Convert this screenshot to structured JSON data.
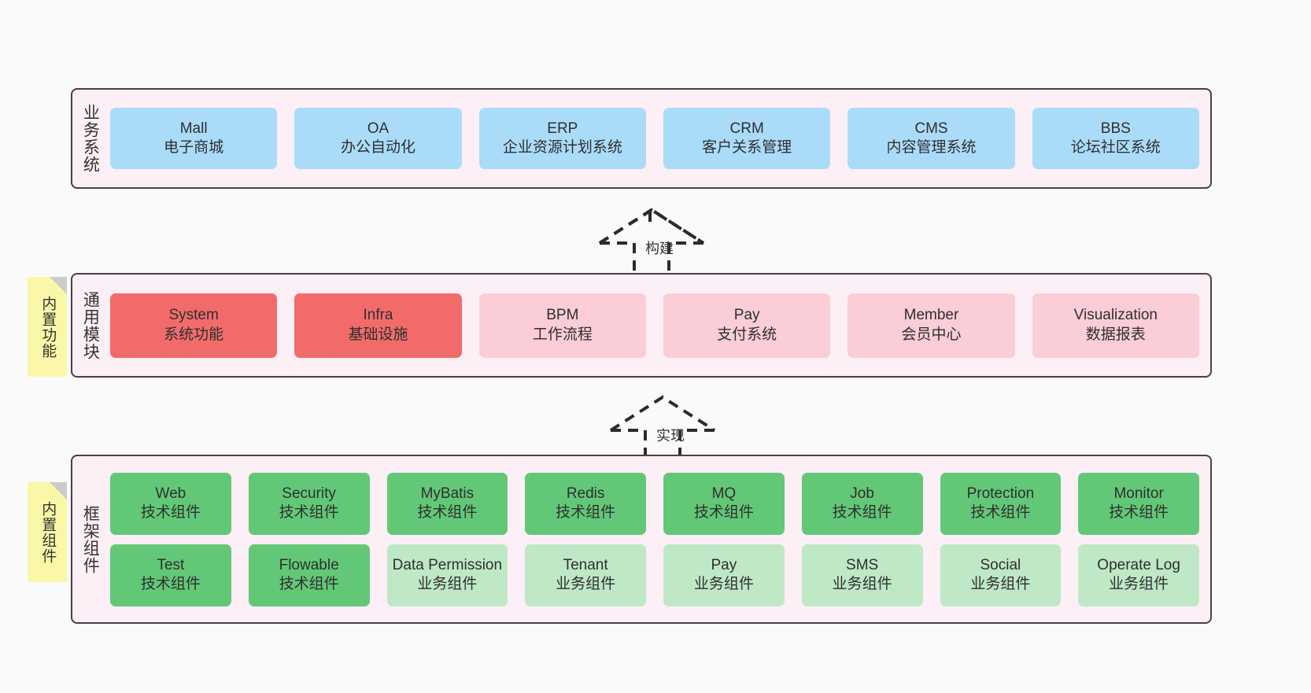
{
  "diagram": {
    "background_color": "#fafafa",
    "layer_fill": "#fceff6",
    "layer_border": "#4a3f48",
    "note_color": "#fbf7a8"
  },
  "layers": [
    {
      "id": "business",
      "title": "业务系统",
      "accent": "#aadcfa",
      "nodes": [
        {
          "title": "Mall",
          "sub": "电子商城"
        },
        {
          "title": "OA",
          "sub": "办公自动化"
        },
        {
          "title": "ERP",
          "sub": "企业资源计划系统"
        },
        {
          "title": "CRM",
          "sub": "客户关系管理"
        },
        {
          "title": "CMS",
          "sub": "内容管理系统"
        },
        {
          "title": "BBS",
          "sub": "论坛社区系统"
        }
      ]
    },
    {
      "id": "module",
      "title": "通用模块",
      "note": "内置功能",
      "accent_strong": "#f26b6b",
      "accent_light": "#fbcdd6",
      "nodes": [
        {
          "title": "System",
          "sub": "系统功能",
          "color": "#f26b6b"
        },
        {
          "title": "Infra",
          "sub": "基础设施",
          "color": "#f26b6b"
        },
        {
          "title": "BPM",
          "sub": "工作流程",
          "color": "#fbcdd6"
        },
        {
          "title": "Pay",
          "sub": "支付系统",
          "color": "#fbcdd6"
        },
        {
          "title": "Member",
          "sub": "会员中心",
          "color": "#fbcdd6"
        },
        {
          "title": "Visualization",
          "sub": "数据报表",
          "color": "#fbcdd6"
        }
      ]
    },
    {
      "id": "framework",
      "title": "框架组件",
      "note": "内置组件",
      "accent_strong": "#62c878",
      "accent_light": "#bfe8c6",
      "rows": [
        [
          {
            "title": "Web",
            "sub": "技术组件",
            "color": "#62c878"
          },
          {
            "title": "Security",
            "sub": "技术组件",
            "color": "#62c878"
          },
          {
            "title": "MyBatis",
            "sub": "技术组件",
            "color": "#62c878"
          },
          {
            "title": "Redis",
            "sub": "技术组件",
            "color": "#62c878"
          },
          {
            "title": "MQ",
            "sub": "技术组件",
            "color": "#62c878"
          },
          {
            "title": "Job",
            "sub": "技术组件",
            "color": "#62c878"
          },
          {
            "title": "Protection",
            "sub": "技术组件",
            "color": "#62c878"
          },
          {
            "title": "Monitor",
            "sub": "技术组件",
            "color": "#62c878"
          }
        ],
        [
          {
            "title": "Test",
            "sub": "技术组件",
            "color": "#62c878"
          },
          {
            "title": "Flowable",
            "sub": "技术组件",
            "color": "#62c878"
          },
          {
            "title": "Data Permission",
            "sub": "业务组件",
            "color": "#bfe8c6"
          },
          {
            "title": "Tenant",
            "sub": "业务组件",
            "color": "#bfe8c6"
          },
          {
            "title": "Pay",
            "sub": "业务组件",
            "color": "#bfe8c6"
          },
          {
            "title": "SMS",
            "sub": "业务组件",
            "color": "#bfe8c6"
          },
          {
            "title": "Social",
            "sub": "业务组件",
            "color": "#bfe8c6"
          },
          {
            "title": "Operate Log",
            "sub": "业务组件",
            "color": "#bfe8c6"
          }
        ]
      ]
    }
  ],
  "arrows": [
    {
      "id": "build",
      "label": "构建"
    },
    {
      "id": "implement",
      "label": "实现"
    }
  ]
}
